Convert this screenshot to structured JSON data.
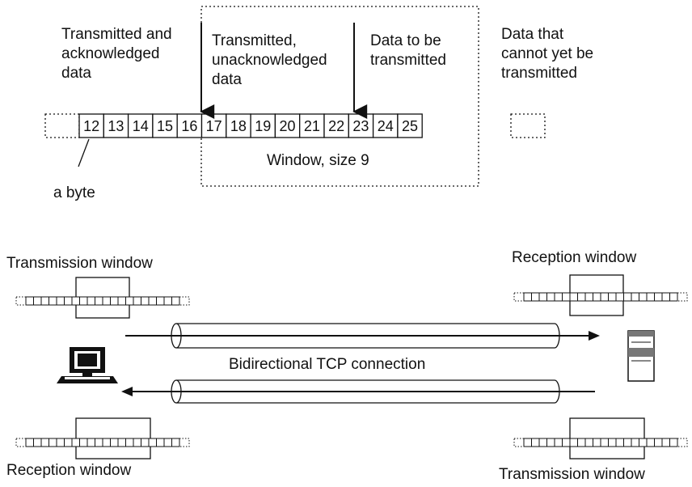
{
  "top": {
    "label_left": "Transmitted and\nacknowledged\ndata",
    "label_mid": "Transmitted,\nunacknowledged\ndata",
    "label_right": "Data to be\ntransmitted",
    "label_far": "Data that\ncannot yet be\ntransmitted",
    "cells": [
      "12",
      "13",
      "14",
      "15",
      "16",
      "17",
      "18",
      "19",
      "20",
      "21",
      "22",
      "23",
      "24",
      "25"
    ],
    "window_caption": "Window, size 9",
    "byte_label": "a byte"
  },
  "bottom": {
    "tx_window_top_left": "Transmission window",
    "rx_window_top_right": "Reception window",
    "connection_label": "Bidirectional TCP connection",
    "rx_window_bottom_left": "Reception window",
    "tx_window_bottom_right": "Transmission window",
    "client_icon": "desktop-computer-icon",
    "server_icon": "server-tower-icon"
  }
}
